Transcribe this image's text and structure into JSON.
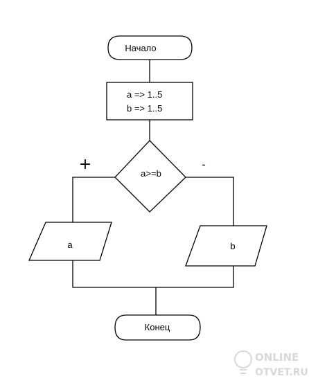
{
  "flowchart": {
    "start_label": "Начало",
    "process_line1": "a => 1..5",
    "process_line2": "b => 1..5",
    "decision_label": "a>=b",
    "yes_mark": "+",
    "no_mark": "-",
    "output_left_label": "a",
    "output_right_label": "b",
    "end_label": "Конец"
  },
  "watermark": {
    "line1": "ONLINE",
    "line2": "OTVET.RU",
    "icon": "lightbulb-icon"
  },
  "colors": {
    "stroke": "#000000",
    "background": "#ffffff",
    "watermark": "#d8d8d8"
  }
}
